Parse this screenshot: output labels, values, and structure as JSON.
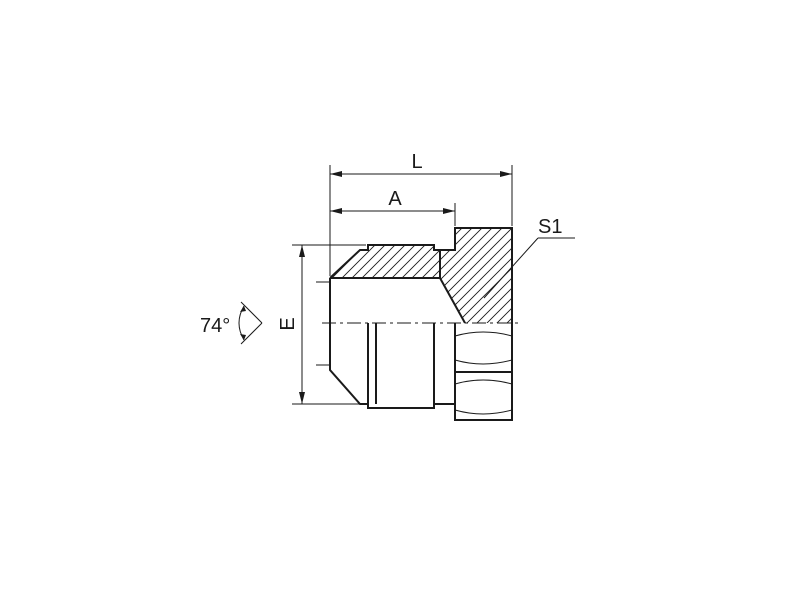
{
  "drawing": {
    "labels": {
      "length": "L",
      "thread_length": "A",
      "hex_size": "S1",
      "diameter": "E",
      "angle": "74°"
    },
    "colors": {
      "ink": "#1a1a1a",
      "background": "#ffffff"
    }
  }
}
